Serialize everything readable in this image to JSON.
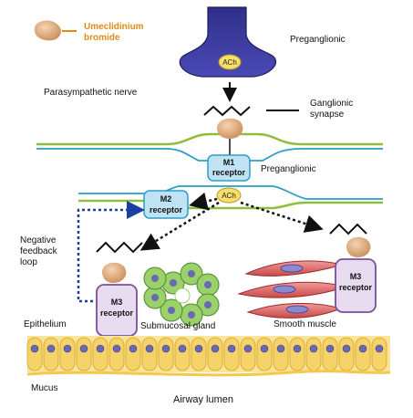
{
  "legend": {
    "drug_line1": "Umeclidinium",
    "drug_line2": "bromide",
    "drug_color": "#e08a1a"
  },
  "labels": {
    "preganglionic_top": "Preganglionic",
    "ach_terminal": "ACh",
    "parasympathetic_nerve": "Parasympathetic nerve",
    "ganglionic_line1": "Ganglionic",
    "ganglionic_line2": "synapse",
    "m1_line1": "M1",
    "m1_line2": "receptor",
    "preganglionic_mid": "Preganglionic",
    "m2_line1": "M2",
    "m2_line2": "receptor",
    "ach_mid": "ACh",
    "negative_line1": "Negative",
    "negative_line2": "feedback",
    "negative_line3": "loop",
    "m3_left_line1": "M3",
    "m3_left_line2": "receptor",
    "m3_right_line1": "M3",
    "m3_right_line2": "receptor",
    "submucosal_gland": "Submucosal gland",
    "smooth_muscle": "Smooth muscle",
    "epithelium": "Epithelium",
    "mucus": "Mucus",
    "airway_lumen": "Airway lumen"
  },
  "colors": {
    "nerve_terminal": "#3a3a9a",
    "membrane_line": "#8fbf3a",
    "membrane_outline": "#2b9fc9",
    "receptor_blue": "#bfe3f3",
    "receptor_purple": "#e7dcef",
    "receptor_purple_border": "#7d4d9b",
    "ach_yellow": "#f6df6a",
    "drug": "#e9b487",
    "gland": "#9ad16a",
    "muscle": "#e06a6a",
    "epithelium": "#f2c94c"
  }
}
